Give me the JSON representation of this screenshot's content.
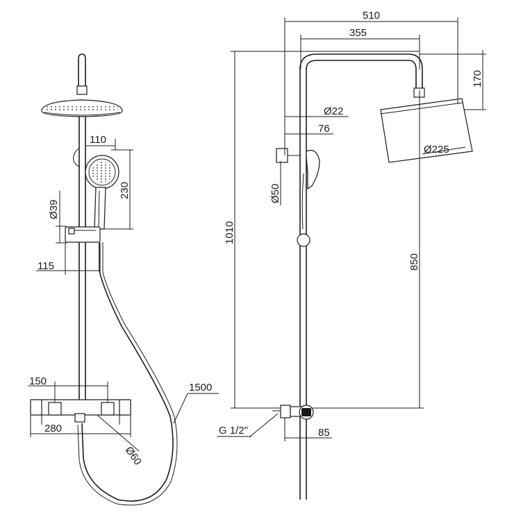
{
  "drawing": {
    "dimensions": {
      "d510": "510",
      "d355": "355",
      "d170": "170",
      "dia22": "Ø22",
      "d76": "76",
      "dia225": "Ø225",
      "dia50": "Ø50",
      "d1010": "1010",
      "d850": "850",
      "thread": "G 1/2\"",
      "d85": "85",
      "d110": "110",
      "d230": "230",
      "dia39": "Ø39",
      "d115": "115",
      "d150": "150",
      "d280": "280",
      "dia60": "Ø60",
      "d1500": "1500"
    }
  }
}
